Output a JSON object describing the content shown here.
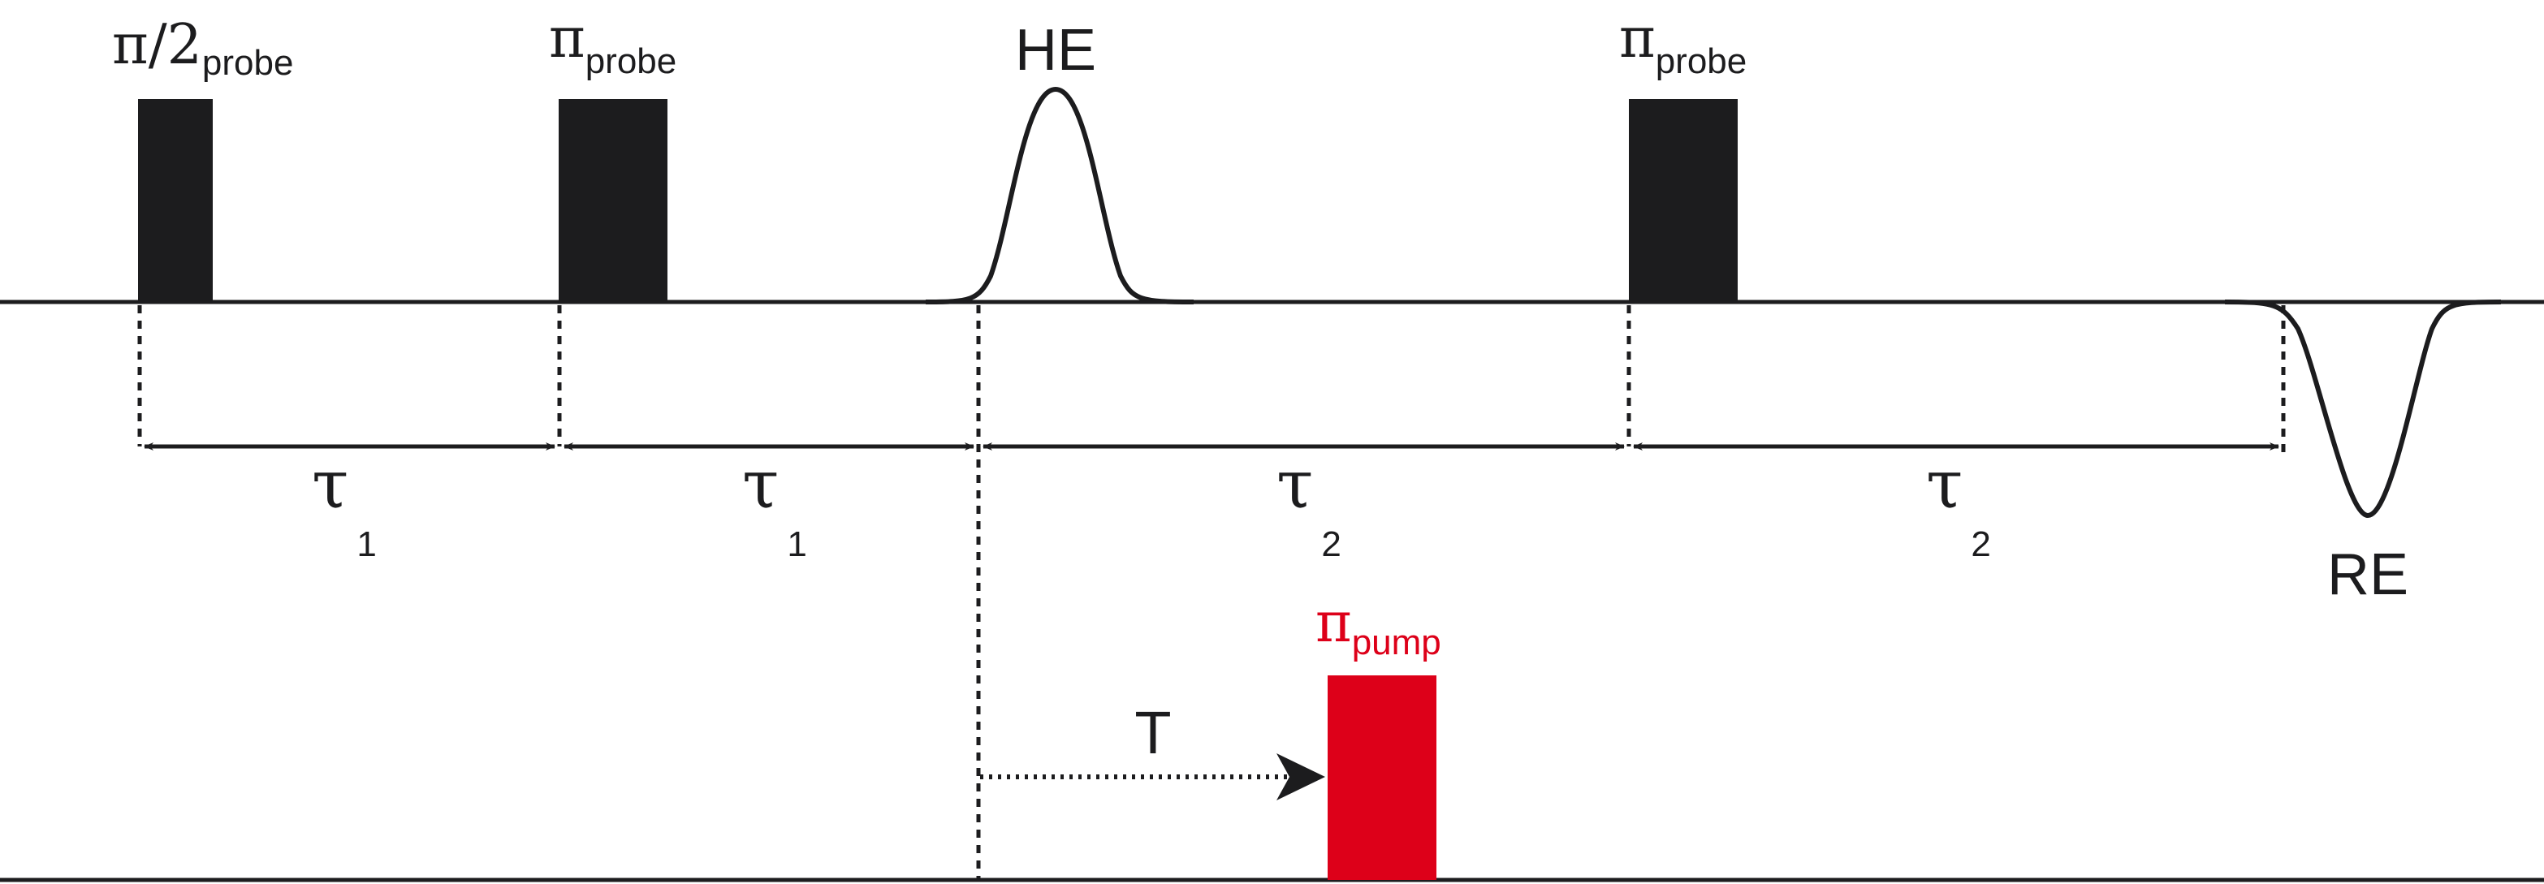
{
  "colors": {
    "probe": "#1c1c1e",
    "pump": "#dd0019",
    "line": "#1c1c1e"
  },
  "pulses": {
    "probe_90": {
      "symbol": "π/2",
      "subscript": "probe"
    },
    "probe_180_first": {
      "symbol": "π",
      "subscript": "probe"
    },
    "probe_180_second": {
      "symbol": "π",
      "subscript": "probe"
    },
    "pump_180": {
      "symbol": "π",
      "subscript": "pump"
    }
  },
  "echoes": {
    "hahn": "HE",
    "refocused": "RE"
  },
  "intervals": {
    "tau1_a": {
      "symbol": "τ",
      "subscript": "1"
    },
    "tau1_b": {
      "symbol": "τ",
      "subscript": "1"
    },
    "tau2_a": {
      "symbol": "τ",
      "subscript": "2"
    },
    "tau2_b": {
      "symbol": "τ",
      "subscript": "2"
    },
    "delay_T": "T"
  }
}
